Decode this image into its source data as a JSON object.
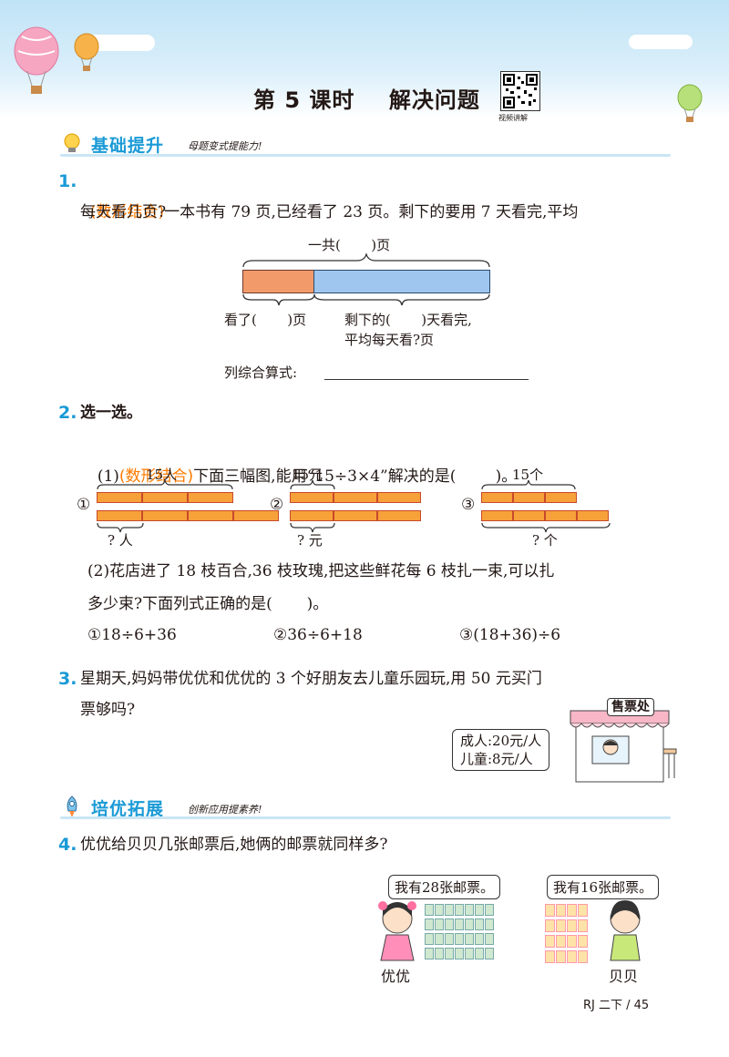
{
  "header": {
    "title": "第 5 课时    解决问题",
    "qr_label": "视频讲解"
  },
  "section1": {
    "title": "基础提升",
    "subtitle": "母题变式提能力!"
  },
  "q1": {
    "num": "1.",
    "tag": "(数形结合)",
    "line1": "一本书有 79 页,已经看了 23 页。剩下的要用 7 天看完,平均",
    "line2": "每天看几页?",
    "label_total": "一共(       )页",
    "label_read": "看了(       )页",
    "label_rest": "剩下的(       )天看完,",
    "label_rest2": "平均每天看?页",
    "formula": "列综合算式:"
  },
  "q2": {
    "num": "2.",
    "title": "选一选。",
    "p1_prefix": "(1)",
    "p1_tag": "(数形结合)",
    "p1_text": "下面三幅图,能用“15÷3×4”解决的是(        )。",
    "fig1": {
      "mark": "①",
      "top": "15人",
      "bottom": "? 人"
    },
    "fig2": {
      "mark": "②",
      "top": "15元",
      "bottom": "? 元"
    },
    "fig3": {
      "mark": "③",
      "top": "15个",
      "bottom": "? 个"
    },
    "p2_line1": "(2)花店进了 18 枝百合,36 枝玫瑰,把这些鲜花每 6 枝扎一束,可以扎",
    "p2_line2": "多少束?下面列式正确的是(       )。",
    "opt1": "①18÷6+36",
    "opt2": "②36÷6+18",
    "opt3": "③(18+36)÷6"
  },
  "q3": {
    "num": "3.",
    "line1": "星期天,妈妈带优优和优优的 3 个好朋友去儿童乐园玩,用 50 元买门",
    "line2": "票够吗?",
    "booth_sign": "售票处",
    "price1": "成人:20元/人",
    "price2": "儿童:8元/人"
  },
  "section2": {
    "title": "培优拓展",
    "subtitle": "创新应用提素养!"
  },
  "q4": {
    "num": "4.",
    "line1": "优优给贝贝几张邮票后,她俩的邮票就同样多?",
    "bubble1": "我有28张邮票。",
    "bubble2": "我有16张邮票。",
    "name1": "优优",
    "name2": "贝贝"
  },
  "footer": {
    "page": "RJ 二下 / 45"
  }
}
